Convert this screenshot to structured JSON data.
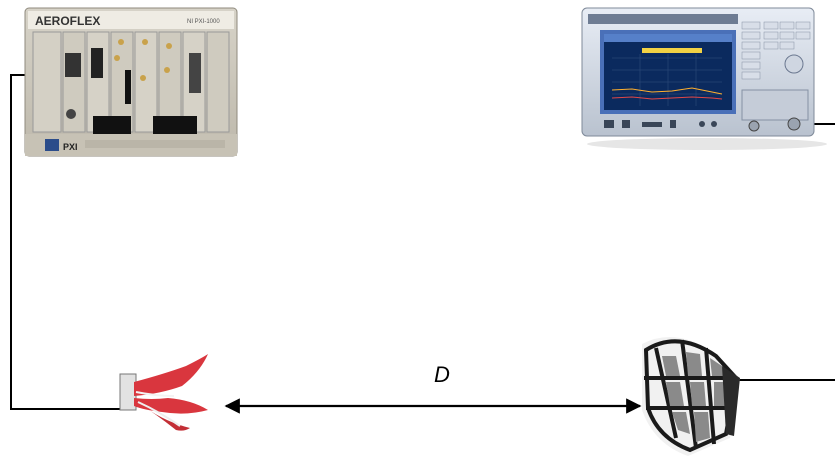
{
  "diagram": {
    "distance_label": "D",
    "pxi_chassis": {
      "brand": "AEROFLEX",
      "model_plate": "NI PXI-1000",
      "badge": "PXI",
      "icon": "pxi-chassis-icon"
    },
    "spectrum_analyzer": {
      "icon": "spectrum-analyzer-icon"
    },
    "transmit_antenna": {
      "icon": "vivaldi-antenna-icon"
    },
    "receive_antenna": {
      "icon": "horn-array-antenna-icon"
    },
    "colors": {
      "line": "#000000",
      "chassis_body": "#e9e6dd",
      "analyzer_frame": "#4a70b8",
      "analyzer_screen": "#0b2a5e",
      "antenna_red": "#d9363e",
      "antenna_black": "#1a1a1a"
    }
  }
}
